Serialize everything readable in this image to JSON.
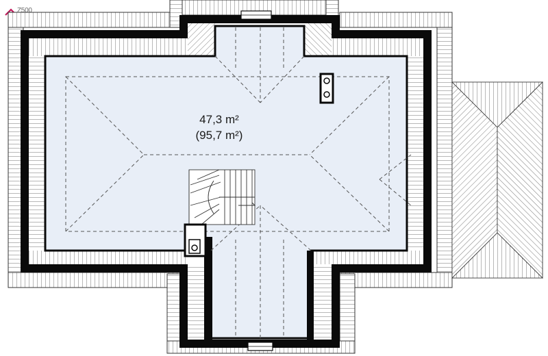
{
  "plan": {
    "area_main": "47,3 m²",
    "area_total": "(95,7 m²)"
  },
  "brand": {
    "logo_text": "Z500",
    "logo_color": "#c0185a"
  },
  "colors": {
    "floor": "#e8eef7",
    "wall": "#0a0a0a",
    "hatch": "#333333",
    "roof_ridge": "#555555"
  }
}
